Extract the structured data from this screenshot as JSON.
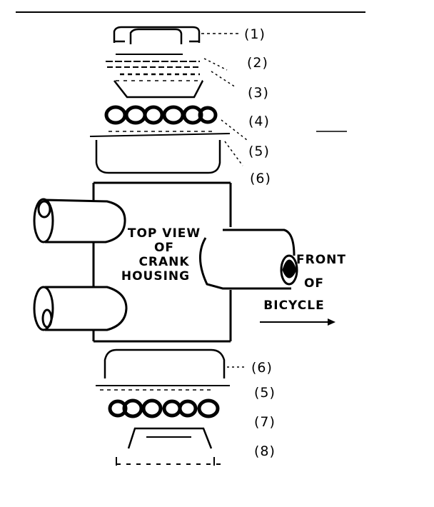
{
  "colors": {
    "ink": "#000000",
    "paper": "#ffffff"
  },
  "part_labels": {
    "p1": "(1)",
    "p2": "(2)",
    "p3": "(3)",
    "p4": "(4)",
    "p5": "(5)",
    "p6": "(6)",
    "p6b": "(6)",
    "p5b": "(5)",
    "p7": "(7)",
    "p8": "(8)"
  },
  "housing_text": {
    "line1": "TOP VIEW",
    "line2": "OF",
    "line3": "CRANK",
    "line4": "HOUSING"
  },
  "direction_text": {
    "line1": "FRONT",
    "line2": "OF",
    "line3": "BICYCLE"
  },
  "arrow_icon": "right-arrow-icon"
}
